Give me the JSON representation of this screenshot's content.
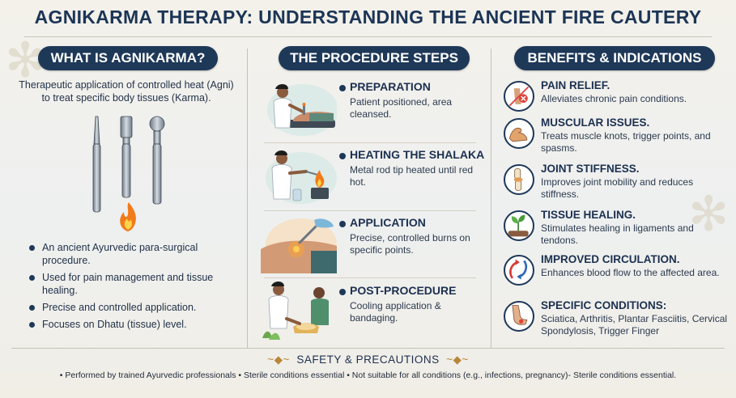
{
  "title": "AGNIKARMA THERAPY: UNDERSTANDING THE ANCIENT FIRE CAUTERY",
  "columns": {
    "what": {
      "header": "WHAT IS AGNIKARMA?",
      "intro": "Therapeutic application of controlled heat (Agni) to treat specific body tissues (Karma).",
      "bullets": [
        "An ancient Ayurvedic para-surgical procedure.",
        "Used for pain management and tissue healing.",
        "Precise and controlled application.",
        "Focuses on Dhatu (tissue) level."
      ]
    },
    "procedure": {
      "header": "THE PROCEDURE STEPS",
      "steps": [
        {
          "title": "PREPARATION",
          "desc": "Patient positioned, area cleansed."
        },
        {
          "title": "HEATING THE SHALAKA",
          "desc": "Metal rod tip heated until red hot."
        },
        {
          "title": "APPLICATION",
          "desc": "Precise, controlled burns on specific points."
        },
        {
          "title": "POST-PROCEDURE",
          "desc": "Cooling application & bandaging."
        }
      ]
    },
    "benefits": {
      "header": "BENEFITS & INDICATIONS",
      "items": [
        {
          "title": "PAIN RELIEF.",
          "desc": "Alleviates chronic pain conditions.",
          "icon": "pain-relief-icon"
        },
        {
          "title": "MUSCULAR ISSUES.",
          "desc": "Treats muscle knots, trigger points, and spasms.",
          "icon": "muscle-icon"
        },
        {
          "title": "JOINT STIFFNESS.",
          "desc": "Improves joint mobility and reduces stiffness.",
          "icon": "knee-joint-icon"
        },
        {
          "title": "TISSUE HEALING.",
          "desc": "Stimulates healing in ligaments and tendons.",
          "icon": "sprout-icon"
        },
        {
          "title": "IMPROVED CIRCULATION.",
          "desc": "Enhances blood flow to the affected area.",
          "icon": "circulation-icon"
        },
        {
          "title": "SPECIFIC CONDITIONS:",
          "desc": "Sciatica, Arthritis, Plantar Fasciitis, Cervical Spondylosis, Trigger Finger",
          "icon": "foot-icon"
        }
      ]
    }
  },
  "safety": {
    "title": "SAFETY & PRECAUTIONS",
    "text": "• Performed by trained Ayurvedic professionals  • Sterile conditions essential  • Not suitable for all conditions (e.g., infections, pregnancy)- Sterile conditions essential."
  },
  "colors": {
    "navy": "#1e3858",
    "fire": "#f08a24",
    "background": "#f1efe8"
  }
}
